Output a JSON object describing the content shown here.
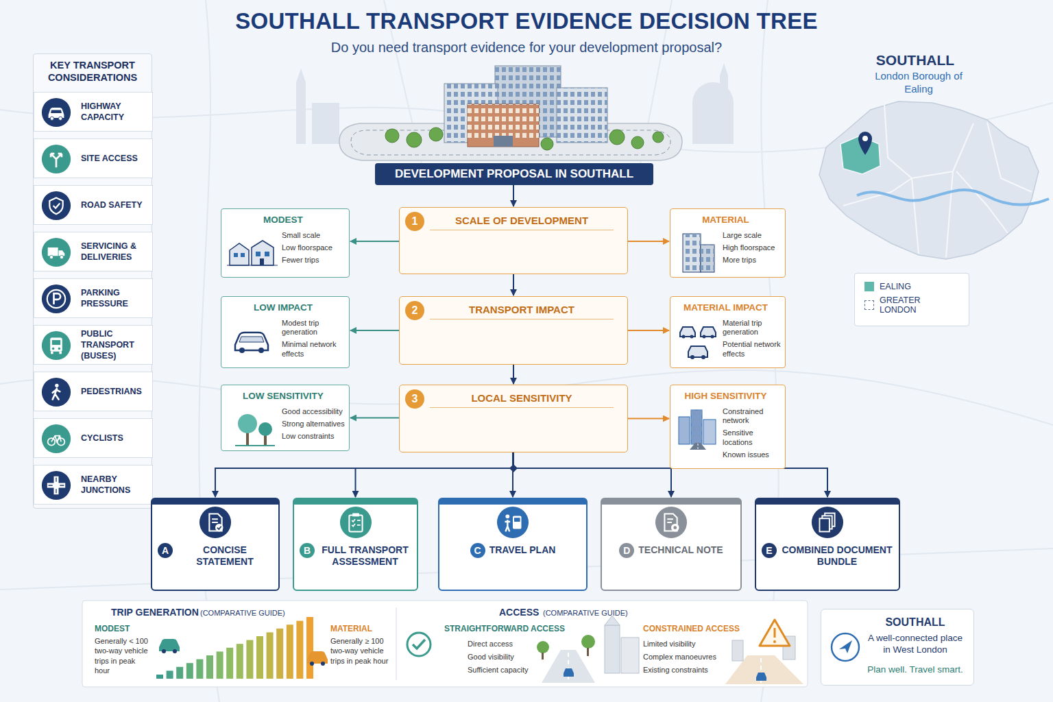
{
  "diagram": {
    "title": "SOUTHALL TRANSPORT EVIDENCE DECISION TREE",
    "nodes": [
      {
        "text": [
          "KEY TRANSPORT CONSIDERATIONS"
        ]
      },
      {
        "text": [
          "HIGHWAY CAPACITY"
        ],
        "in": 0
      },
      {
        "text": [
          "SITE ACCESS"
        ],
        "in": 0
      },
      {
        "text": [
          "ROAD SAFETY"
        ],
        "in": 0
      },
      {
        "text": [
          "SERVICING & DELIVERIES"
        ],
        "in": 0
      },
      {
        "text": [
          "PARKING PRESSURE"
        ],
        "in": 0
      },
      {
        "text": [
          "PUBLIC TRANSPORT (BUSES)"
        ],
        "in": 0
      },
      {
        "text": [
          "PEDESTRIANS"
        ],
        "in": 0
      },
      {
        "text": [
          "CYCLISTS"
        ],
        "in": 0
      },
      {
        "text": [
          "NEARBY JUNCTIONS"
        ],
        "in": 0
      },
      {
        "text": [
          "DEVELOPMENT PROPOSAL IN SOUTHALL"
        ]
      },
      {
        "text": [
          "MODEST",
          "Small scale",
          "Low floorspace",
          "Fewer trips"
        ]
      },
      {
        "text": [
          "1",
          "SCALE OF DEVELOPMENT"
        ]
      },
      {
        "text": [
          "MATERIAL",
          "Large scale",
          "High floorspace",
          "More trips"
        ]
      },
      {
        "text": [
          "LOW IMPACT",
          "Modest trip generation",
          "Minimal network effects"
        ]
      },
      {
        "text": [
          "2",
          "TRANSPORT IMPACT"
        ]
      },
      {
        "text": [
          "MATERIAL IMPACT",
          "Material trip generation",
          "Potential network effects"
        ]
      },
      {
        "text": [
          "LOW SENSITIVITY",
          "Good accessibility",
          "Strong alternatives",
          "Low constraints"
        ]
      },
      {
        "text": [
          "3",
          "LOCAL SENSITIVITY"
        ]
      },
      {
        "text": [
          "HIGH SENSITIVITY",
          "Constrained network",
          "Sensitive locations",
          "Known issues"
        ]
      },
      {
        "text": [
          "A",
          "CONCISE STATEMENT"
        ]
      },
      {
        "text": [
          "B",
          "FULL TRANSPORT ASSESSMENT"
        ]
      },
      {
        "text": [
          "C",
          "TRAVEL PLAN"
        ]
      },
      {
        "text": [
          "D",
          "TECHNICAL NOTE"
        ]
      },
      {
        "text": [
          "E",
          "COMBINED DOCUMENT BUNDLE"
        ]
      },
      {
        "text": [
          "TRIP GENERATION",
          "(COMPARATIVE GUIDE)",
          "MODEST",
          "Generally < 100 two-way vehicle trips in peak hour",
          "MATERIAL",
          "Generally ≥ 100 two-way vehicle trips in peak hour"
        ]
      },
      {
        "text": [
          "ACCESS",
          "(COMPARATIVE GUIDE)",
          "STRAIGHTFORWARD ACCESS",
          "Direct access",
          "Good visibility",
          "Sufficient capacity",
          "CONSTRAINED ACCESS",
          "Limited visibility",
          "Complex manoeuvres",
          "Existing constraints"
        ]
      },
      {
        "text": [
          "SOUTHALL",
          "A well-connected place in West London",
          "Plan well. Travel smart."
        ]
      }
    ],
    "edges": [
      {
        "from": 10,
        "to": 12,
        "arrow": "to"
      },
      {
        "from": 12,
        "to": 11,
        "arrow": "to"
      },
      {
        "from": 12,
        "to": 13,
        "arrow": "to"
      },
      {
        "from": 12,
        "to": 15,
        "arrow": "to"
      },
      {
        "from": 15,
        "to": 14,
        "arrow": "to"
      },
      {
        "from": 15,
        "to": 16,
        "arrow": "to"
      },
      {
        "from": 15,
        "to": 18,
        "arrow": "to"
      },
      {
        "from": 18,
        "to": 17,
        "arrow": "to"
      },
      {
        "from": 18,
        "to": 19,
        "arrow": "to"
      },
      {
        "from": 18,
        "to": 20,
        "arrow": "to"
      },
      {
        "from": 18,
        "to": 21,
        "arrow": "to"
      },
      {
        "from": 18,
        "to": 22,
        "arrow": "to"
      },
      {
        "from": 18,
        "to": 23,
        "arrow": "to"
      },
      {
        "from": 18,
        "to": 24,
        "arrow": "to"
      }
    ],
    "labels": [
      "Do you need transport evidence for your development proposal?",
      "SOUTHALL",
      "London Borough of Ealing"
    ],
    "legend": [
      {
        "text": "EALING",
        "color": "#5fb8ab"
      },
      {
        "text": "GREATER LONDON"
      }
    ]
  }
}
